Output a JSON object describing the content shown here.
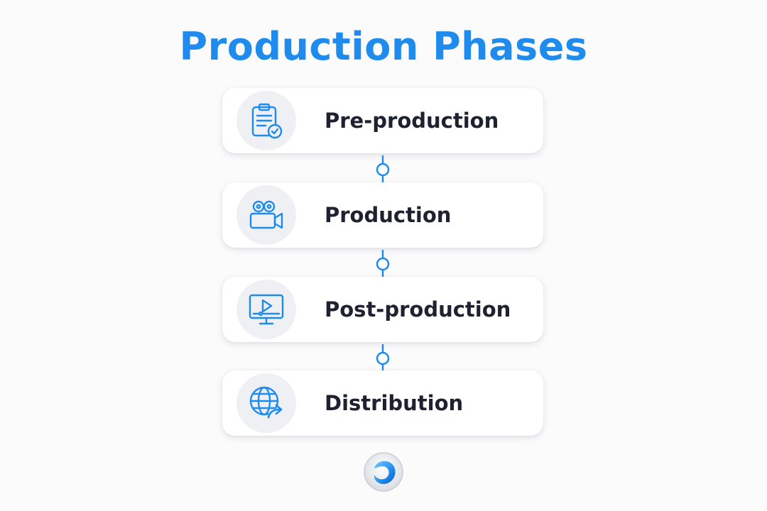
{
  "title": "Production Phases",
  "phases": [
    {
      "label": "Pre-production",
      "icon": "clipboard-check-icon"
    },
    {
      "label": "Production",
      "icon": "movie-camera-icon"
    },
    {
      "label": "Post-production",
      "icon": "monitor-play-icon"
    },
    {
      "label": "Distribution",
      "icon": "globe-share-icon"
    }
  ],
  "colors": {
    "accent": "#1f8ced",
    "text": "#1e2230",
    "icon_background": "#eef0f3",
    "card_background": "#ffffff"
  }
}
